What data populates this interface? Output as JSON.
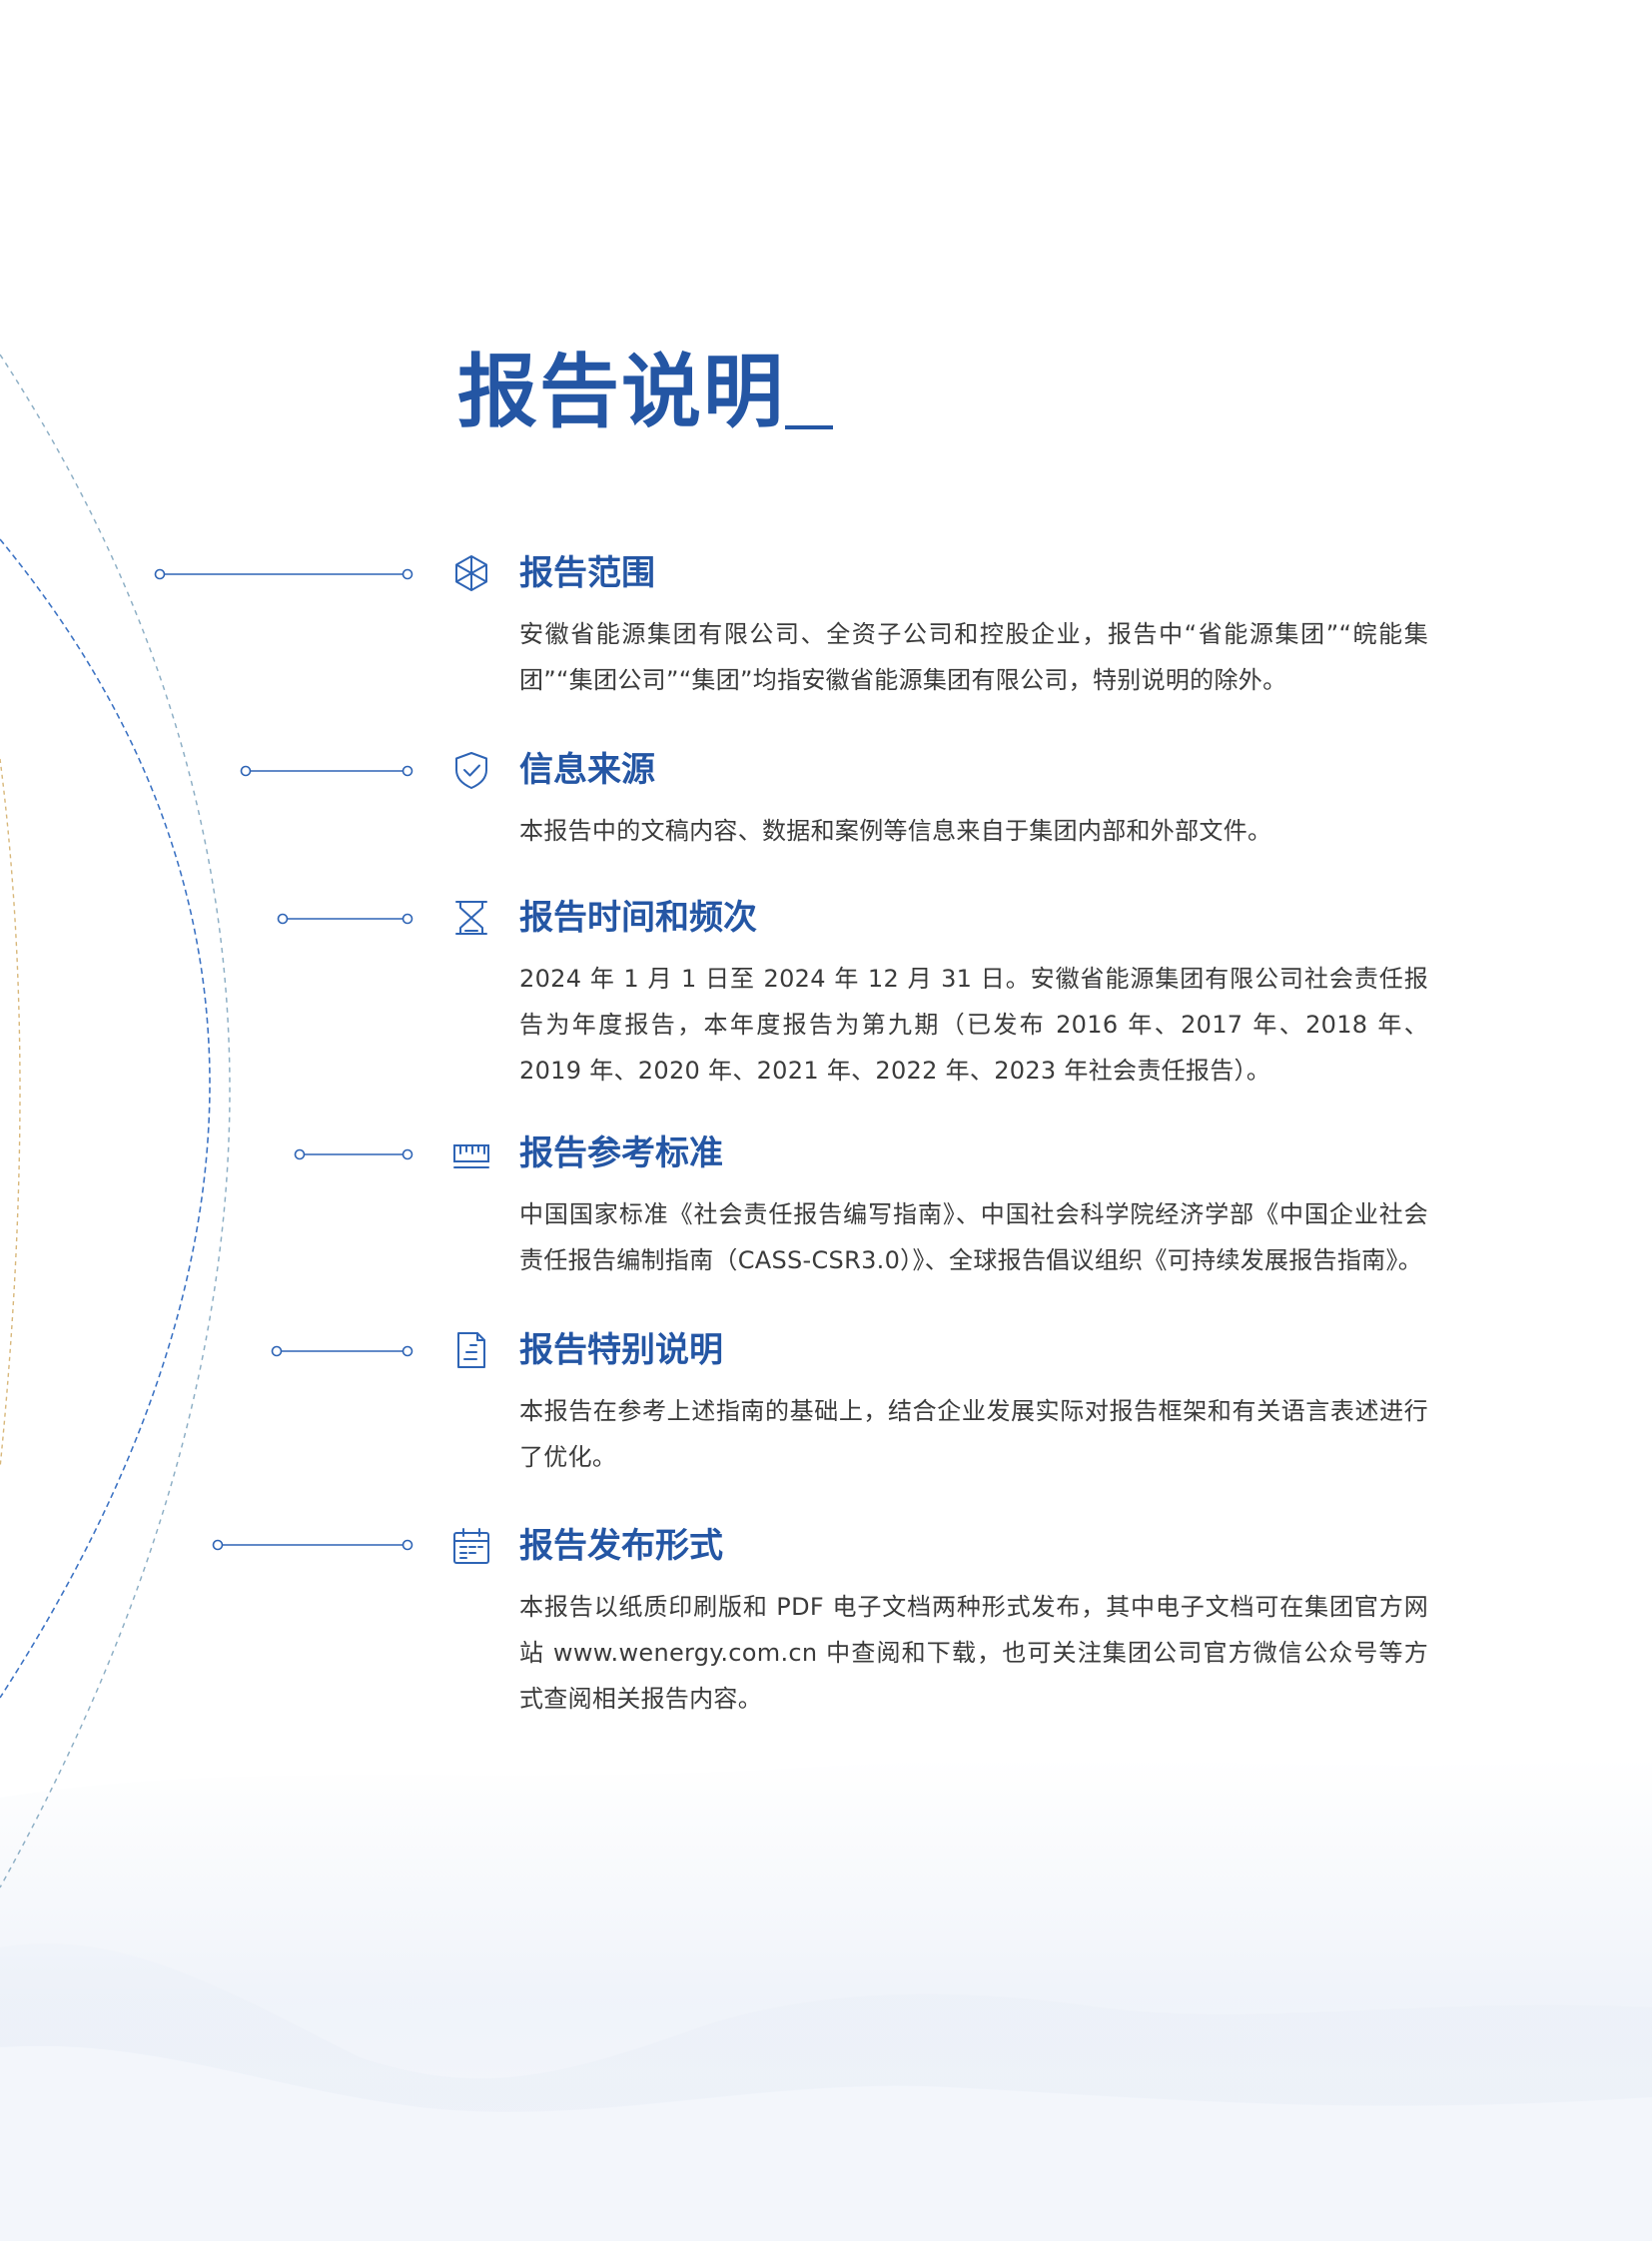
{
  "page": {
    "title": "报告说明",
    "accent_color": "#2456a4",
    "sections": [
      {
        "title": "报告范围",
        "icon": "cube-icon",
        "body": "安徽省能源集团有限公司、全资子公司和控股企业，报告中“省能源集团”“皖能集团”“集团公司”“集团”均指安徽省能源集团有限公司，特别说明的除外。"
      },
      {
        "title": "信息来源",
        "icon": "shield-check-icon",
        "body": "本报告中的文稿内容、数据和案例等信息来自于集团内部和外部文件。"
      },
      {
        "title": "报告时间和频次",
        "icon": "hourglass-icon",
        "body": "2024 年 1 月 1 日至 2024 年 12 月 31 日。安徽省能源集团有限公司社会责任报告为年度报告，本年度报告为第九期（已发布 2016 年、2017 年、2018 年、2019 年、2020 年、2021 年、2022 年、2023 年社会责任报告）。"
      },
      {
        "title": "报告参考标准",
        "icon": "ruler-icon",
        "body": "中国国家标准《社会责任报告编写指南》、中国社会科学院经济学部《中国企业社会责任报告编制指南（CASS-CSR3.0）》、全球报告倡议组织《可持续发展报告指南》。"
      },
      {
        "title": "报告特别说明",
        "icon": "document-icon",
        "body": "本报告在参考上述指南的基础上，结合企业发展实际对报告框架和有关语言表述进行了优化。"
      },
      {
        "title": "报告发布形式",
        "icon": "calendar-icon",
        "body": "本报告以纸质印刷版和 PDF 电子文档两种形式发布，其中电子文档可在集团官方网站 www.wenergy.com.cn 中查阅和下载，也可关注集团公司官方微信公众号等方式查阅相关报告内容。"
      }
    ]
  }
}
